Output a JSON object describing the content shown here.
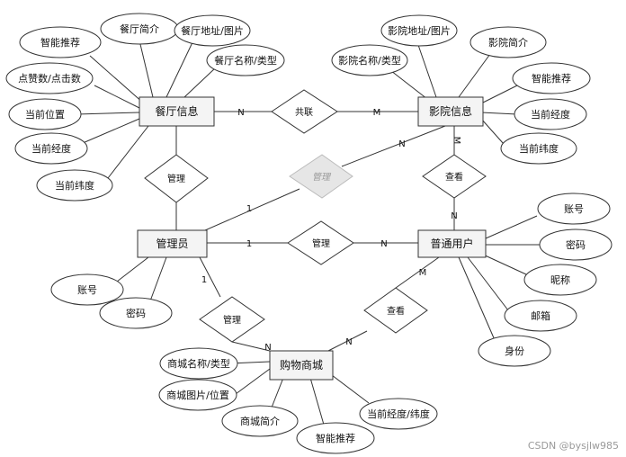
{
  "entities": {
    "restaurant": "餐厅信息",
    "cinema": "影院信息",
    "admin": "管理员",
    "user": "普通用户",
    "mall": "购物商城"
  },
  "relationships": {
    "shared": "共联",
    "manage_restaurant": "管理",
    "manage_cinema": "管理",
    "view_cinema": "查看",
    "manage_user": "管理",
    "manage_mall": "管理",
    "view_mall": "查看"
  },
  "attributes": {
    "restaurant": [
      "智能推荐",
      "餐厅简介",
      "餐厅地址/图片",
      "餐厅名称/类型",
      "点赞数/点击数",
      "当前位置",
      "当前经度",
      "当前纬度"
    ],
    "cinema": [
      "影院地址/图片",
      "影院简介",
      "影院名称/类型",
      "智能推荐",
      "当前经度",
      "当前纬度"
    ],
    "user": [
      "账号",
      "密码",
      "昵称",
      "邮箱",
      "身份"
    ],
    "admin": [
      "账号",
      "密码"
    ],
    "mall": [
      "商城名称/类型",
      "商城图片/位置",
      "商城简介",
      "智能推荐",
      "当前经度/纬度"
    ]
  },
  "cardinality": {
    "shared_restaurant": "N",
    "shared_cinema": "M",
    "cinema_manage": "N",
    "cinema_view": "M",
    "user_view_cinema": "N",
    "admin_manage_cinema": "1",
    "admin_manage_user": "1",
    "user_manage": "N",
    "admin_manage_mall": "1",
    "mall_manage": "N",
    "user_view_mall": "M",
    "mall_view": "N"
  },
  "watermark": "CSDN @bysjlw985"
}
